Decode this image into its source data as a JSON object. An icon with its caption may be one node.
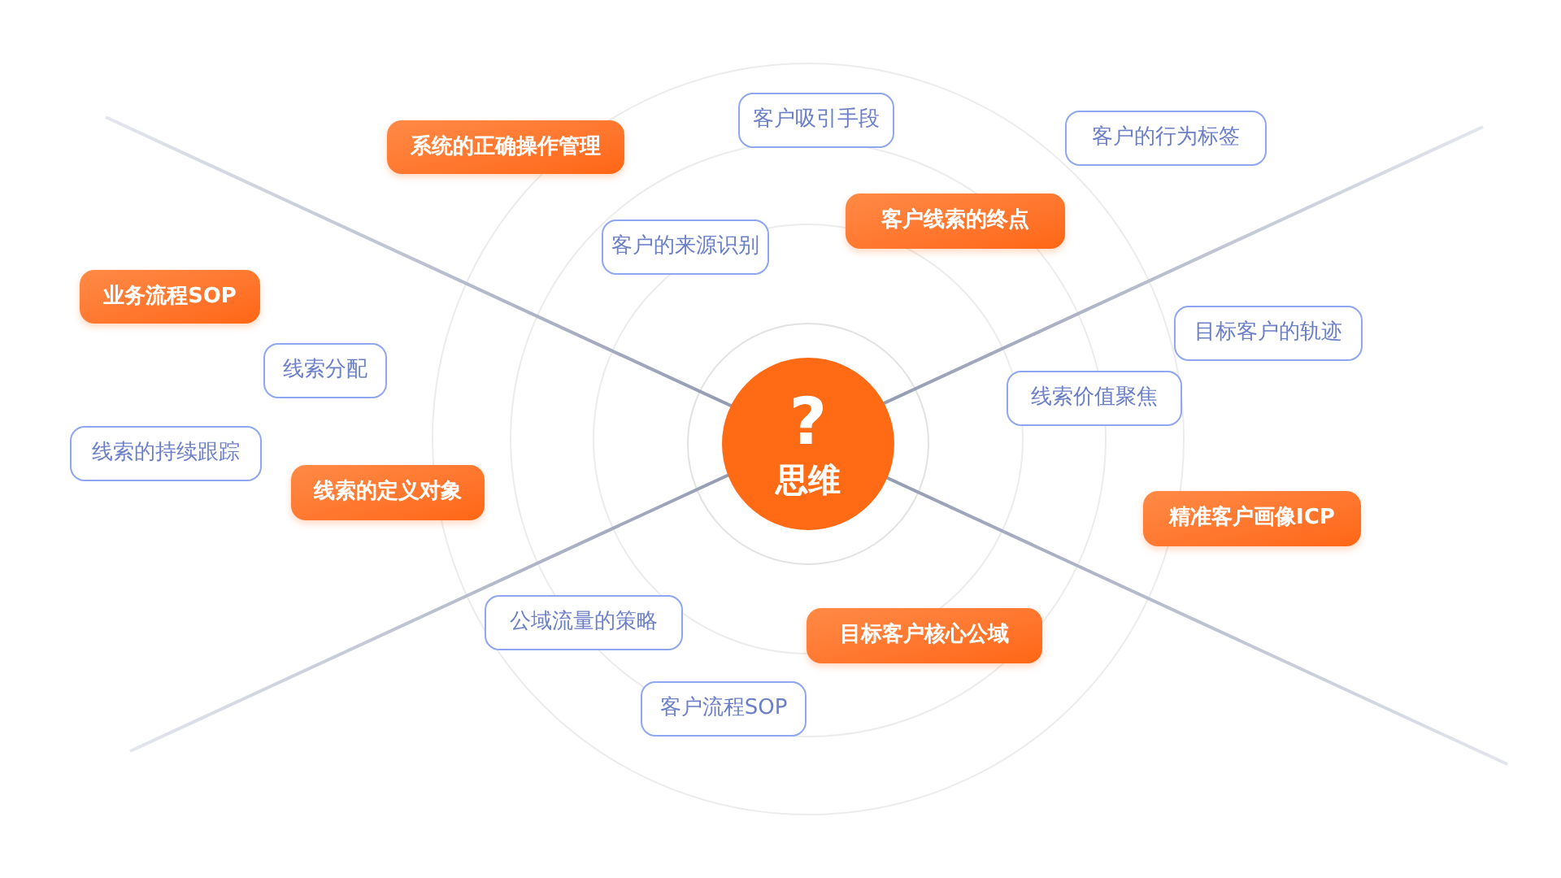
{
  "diagram": {
    "nodes": [
      {
        "text": [
          "?",
          "思维"
        ]
      },
      {
        "text": [
          "客户吸引手段"
        ]
      },
      {
        "text": [
          "客户的行为标签"
        ]
      },
      {
        "text": [
          "系统的正确操作管理"
        ]
      },
      {
        "text": [
          "客户线索的终点"
        ]
      },
      {
        "text": [
          "客户的来源识别"
        ]
      },
      {
        "text": [
          "业务流程SOP"
        ]
      },
      {
        "text": [
          "目标客户的轨迹"
        ]
      },
      {
        "text": [
          "线索分配"
        ]
      },
      {
        "text": [
          "线索价值聚焦"
        ]
      },
      {
        "text": [
          "线索的持续跟踪"
        ]
      },
      {
        "text": [
          "线索的定义对象"
        ]
      },
      {
        "text": [
          "精准客户画像ICP"
        ]
      },
      {
        "text": [
          "公域流量的策略"
        ]
      },
      {
        "text": [
          "目标客户核心公域"
        ]
      },
      {
        "text": [
          "客户流程SOP"
        ]
      }
    ]
  }
}
